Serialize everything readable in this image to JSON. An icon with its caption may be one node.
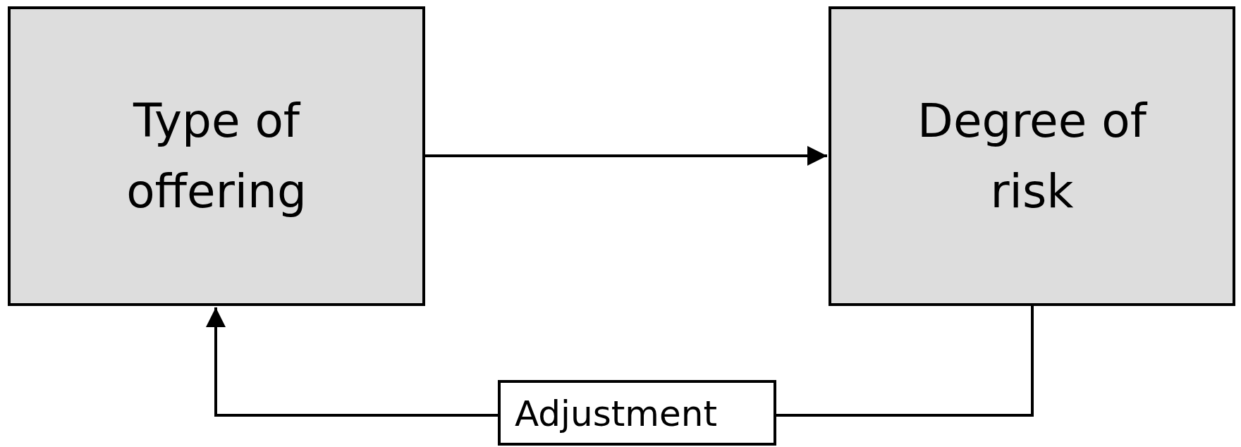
{
  "diagram": {
    "nodes": [
      {
        "text": [
          "Type of offering"
        ]
      },
      {
        "text": [
          "Degree of risk"
        ]
      },
      {
        "text": [
          "Adjustment"
        ]
      }
    ],
    "edges": [
      {
        "from": 0,
        "to": 1,
        "arrow": "to"
      },
      {
        "from": 1,
        "to": 2,
        "arrow": "none"
      },
      {
        "from": 2,
        "to": 0,
        "arrow": "to"
      }
    ]
  }
}
